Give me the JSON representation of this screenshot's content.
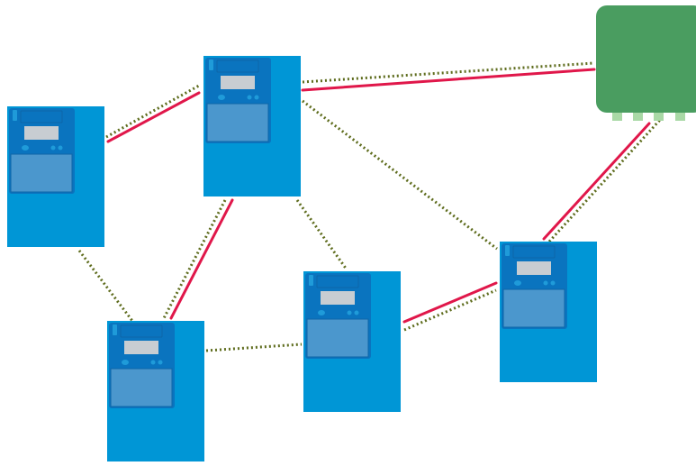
{
  "colors": {
    "background": "#ffffff",
    "meter_body": "#0096d6",
    "meter_face": "#0a74bf",
    "meter_panel": "#4b97cd",
    "meter_display": "#c8cdd2",
    "meter_accent": "#1f9bd9",
    "gateway_body": "#4a9d60",
    "gateway_pins": "#a9d9a6",
    "primary_link": "#e0174a",
    "backup_link": "#5f6d1e"
  },
  "icons": {
    "meter": "smart-meter-icon",
    "gateway": "network-gateway-icon"
  },
  "nodes": [
    {
      "id": "meter-1",
      "type": "meter"
    },
    {
      "id": "meter-2",
      "type": "meter"
    },
    {
      "id": "meter-3",
      "type": "meter"
    },
    {
      "id": "meter-4",
      "type": "meter"
    },
    {
      "id": "meter-5",
      "type": "meter"
    },
    {
      "id": "gateway",
      "type": "gateway"
    }
  ],
  "links": [
    {
      "from": "meter-1",
      "to": "meter-2",
      "style": "primary"
    },
    {
      "from": "meter-2",
      "to": "gateway",
      "style": "primary"
    },
    {
      "from": "meter-2",
      "to": "meter-3",
      "style": "primary"
    },
    {
      "from": "meter-4",
      "to": "meter-5",
      "style": "primary"
    },
    {
      "from": "meter-5",
      "to": "gateway",
      "style": "primary"
    },
    {
      "from": "meter-1",
      "to": "meter-2",
      "style": "backup"
    },
    {
      "from": "meter-2",
      "to": "gateway",
      "style": "backup"
    },
    {
      "from": "meter-2",
      "to": "meter-3",
      "style": "backup"
    },
    {
      "from": "meter-2",
      "to": "meter-4",
      "style": "backup"
    },
    {
      "from": "meter-2",
      "to": "meter-5",
      "style": "backup"
    },
    {
      "from": "meter-1",
      "to": "meter-3",
      "style": "backup"
    },
    {
      "from": "meter-3",
      "to": "meter-4",
      "style": "backup"
    },
    {
      "from": "meter-4",
      "to": "meter-5",
      "style": "backup"
    },
    {
      "from": "meter-5",
      "to": "gateway",
      "style": "backup"
    }
  ]
}
